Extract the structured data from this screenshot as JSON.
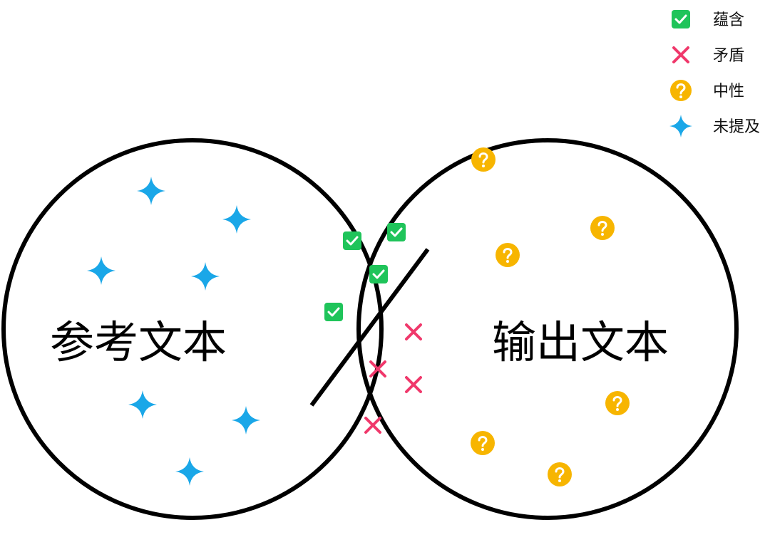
{
  "legend": {
    "entailment": "蕴含",
    "contradiction": "矛盾",
    "neutral": "中性",
    "not_mentioned": "未提及"
  },
  "circles": {
    "reference": "参考文本",
    "output": "输出文本"
  },
  "colors": {
    "entailment": "#1fc45a",
    "contradiction": "#f0386b",
    "neutral": "#f7b500",
    "not_mentioned": "#1aa7e8",
    "outline": "#000000"
  },
  "icons": {
    "entailment": "check-square-icon",
    "contradiction": "x-mark-icon",
    "neutral": "question-circle-icon",
    "not_mentioned": "four-point-star-icon"
  }
}
